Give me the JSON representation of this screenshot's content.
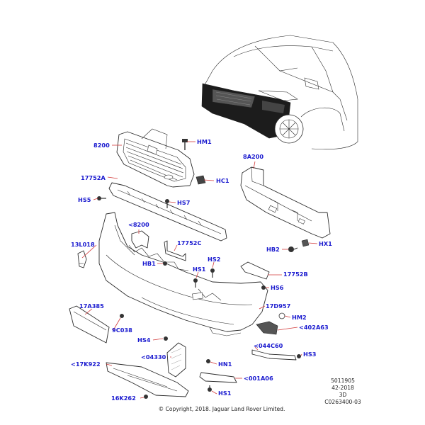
{
  "labels": {
    "l_8200": "8200",
    "l_hm1": "HM1",
    "l_8a200": "8A200",
    "l_17752a": "17752A",
    "l_hc1": "HC1",
    "l_hs5": "HS5",
    "l_hs7": "HS7",
    "l_8200b": "<8200",
    "l_13l018": "13L018",
    "l_17752c": "17752C",
    "l_hb2": "HB2",
    "l_hx1": "HX1",
    "l_hb1": "HB1",
    "l_hs2": "HS2",
    "l_hs1a": "HS1",
    "l_17752b": "17752B",
    "l_hs6": "HS6",
    "l_17a385": "17A385",
    "l_17d957": "17D957",
    "l_hm2": "HM2",
    "l_9c038": "9C038",
    "l_402a63": "<402A63",
    "l_hs4": "HS4",
    "l_044c60": "<044C60",
    "l_04330": "<04330",
    "l_hs3": "HS3",
    "l_17k922": "<17K922",
    "l_hn1": "HN1",
    "l_001a06": "<001A06",
    "l_hs1b": "HS1",
    "l_16k262": "16K262"
  },
  "meta": {
    "ref1": "5011905",
    "ref2": "42-2018",
    "ref3": "3D",
    "ref4": "C0263400-03",
    "copyright": "© Copyright, 2018. Jaguar Land Rover Limited."
  }
}
